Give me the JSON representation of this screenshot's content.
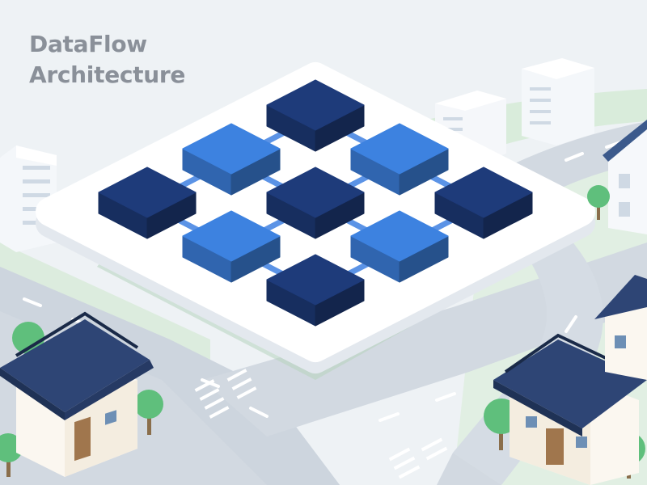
{
  "title": {
    "line1": "DataFlow",
    "line2": "Architecture"
  },
  "colors": {
    "background": "#eef2f5",
    "road": "#d2d9e1",
    "grass": "#d9ecdb",
    "platform": "#ffffff",
    "module_dark": "#1e3b7a",
    "module_light": "#3d82e0",
    "connector": "#5b93e6",
    "roof": "#2e4575",
    "tree": "#5fbf7c"
  },
  "icons": [
    "office-building-icon",
    "traditional-house-icon",
    "tree-icon",
    "data-module-block-icon"
  ],
  "modules": [
    {
      "row": 0,
      "col": 0,
      "tone": "dark"
    },
    {
      "row": 0,
      "col": 1,
      "tone": "light"
    },
    {
      "row": 0,
      "col": 2,
      "tone": "dark"
    },
    {
      "row": 1,
      "col": 0,
      "tone": "light"
    },
    {
      "row": 1,
      "col": 1,
      "tone": "dark"
    },
    {
      "row": 1,
      "col": 2,
      "tone": "light"
    },
    {
      "row": 2,
      "col": 0,
      "tone": "dark"
    },
    {
      "row": 2,
      "col": 1,
      "tone": "light"
    },
    {
      "row": 2,
      "col": 2,
      "tone": "dark"
    }
  ]
}
